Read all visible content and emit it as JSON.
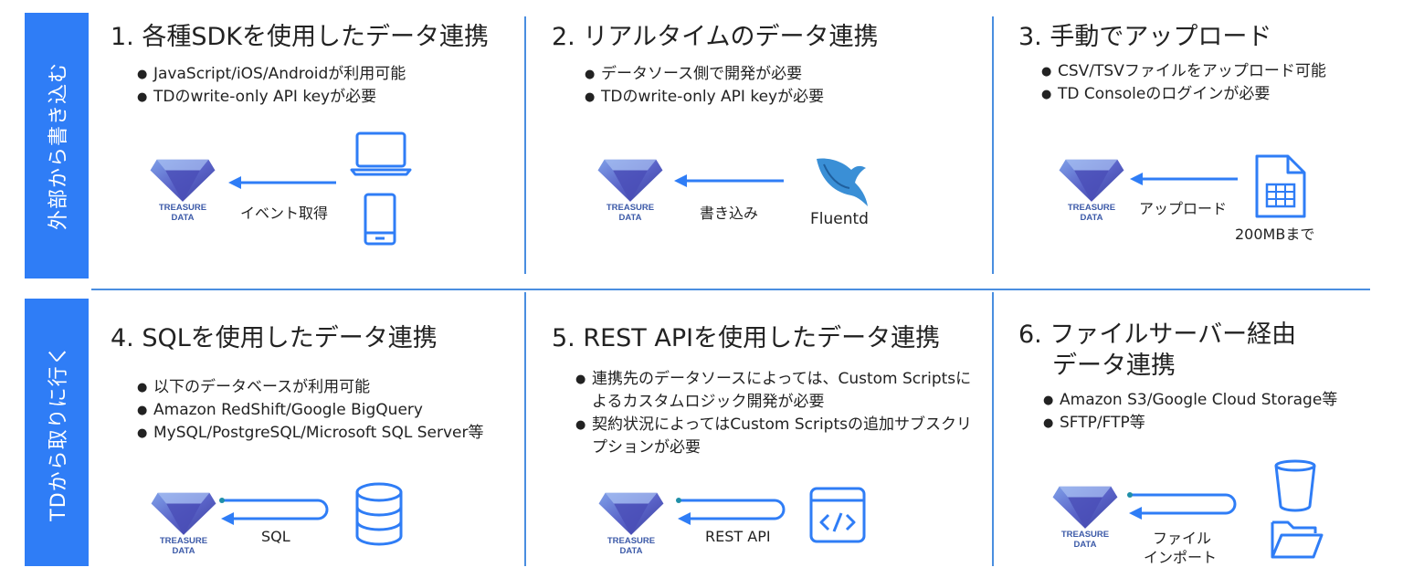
{
  "sidebar": {
    "top_label": "外部から書き込む",
    "bottom_label": "TDから取りに行く"
  },
  "logo": {
    "line1": "TREASURE",
    "line2": "DATA"
  },
  "panels": [
    {
      "title": "1. 各種SDKを使用したデータ連携",
      "bullets": [
        "JavaScript/iOS/Androidが利用可能",
        "TDのwrite-only API keyが必要"
      ],
      "arrow_label": "イベント取得",
      "icons": [
        "laptop-icon",
        "smartphone-icon"
      ]
    },
    {
      "title": "2. リアルタイムのデータ連携",
      "bullets": [
        "データソース側で開発が必要",
        "TDのwrite-only API keyが必要"
      ],
      "arrow_label": "書き込み",
      "source_label": "Fluentd",
      "icons": [
        "fluentd-bird-icon"
      ]
    },
    {
      "title": "3. 手動でアップロード",
      "bullets": [
        "CSV/TSVファイルをアップロード可能",
        "TD Consoleのログインが必要"
      ],
      "arrow_label": "アップロード",
      "source_label": "200MBまで",
      "icons": [
        "spreadsheet-file-icon"
      ]
    },
    {
      "title": "4. SQLを使用したデータ連携",
      "bullets": [
        "以下のデータベースが利用可能",
        "Amazon RedShift/Google BigQuery",
        "MySQL/PostgreSQL/Microsoft SQL Server等"
      ],
      "arrow_label": "SQL",
      "icons": [
        "database-icon"
      ]
    },
    {
      "title": "5. REST APIを使用したデータ連携",
      "bullets": [
        "連携先のデータソースによっては、Custom Scriptsによるカスタムロジック開発が必要",
        "契約状況によってはCustom Scriptsの追加サブスクリプションが必要"
      ],
      "arrow_label": "REST API",
      "icons": [
        "code-window-icon"
      ]
    },
    {
      "title_line1": "6. ファイルサーバー経由",
      "title_line2": "データ連携",
      "bullets": [
        "Amazon S3/Google Cloud Storage等",
        "SFTP/FTP等"
      ],
      "arrow_label_line1": "ファイル",
      "arrow_label_line2": "インポート",
      "icons": [
        "bucket-icon",
        "folder-icon"
      ]
    }
  ],
  "colors": {
    "accent": "#2f7df6",
    "divider": "#4a8ee0",
    "logo": "#3c5aa8"
  }
}
